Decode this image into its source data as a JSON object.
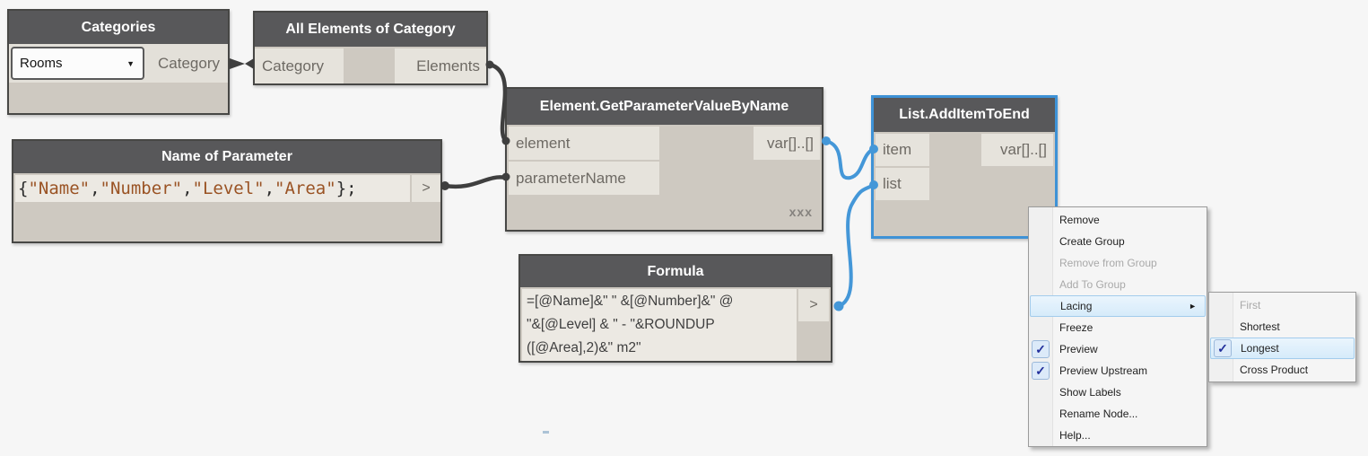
{
  "colors": {
    "canvas_background": "#F6F6F6",
    "node_header": "#58585A",
    "node_body": "#CEC9C1",
    "port_background": "#E6E3DC",
    "selected_border": "#3E92D6",
    "wire_dark": "#3F3F3F",
    "wire_blue": "#4497D8",
    "menu_highlight": "#D6EBFA",
    "code_string": "#9A5324"
  },
  "icons": {
    "dropdown_caret": "▼",
    "check": "✓",
    "submenu_arrow": "►"
  },
  "nodes": {
    "categories": {
      "title": "Categories",
      "dropdown_value": "Rooms",
      "output": "Category"
    },
    "all_elements": {
      "title": "All Elements of Category",
      "input": "Category",
      "output": "Elements"
    },
    "name_of_parameter": {
      "title": "Name of Parameter",
      "code": "{\"Name\",\"Number\",\"Level\",\"Area\"};",
      "output": ">"
    },
    "get_param": {
      "title": "Element.GetParameterValueByName",
      "inputs": [
        "element",
        "parameterName"
      ],
      "output": "var[]..[]",
      "lacing_indicator": "xxx"
    },
    "list_add": {
      "title": "List.AddItemToEnd",
      "inputs": [
        "item",
        "list"
      ],
      "output": "var[]..[]",
      "selected": true
    },
    "formula": {
      "title": "Formula",
      "lines": [
        "=[@Name]&\" \" &[@Number]&\" @",
        "\"&[@Level] & \" - \"&ROUNDUP",
        "([@Area],2)&\" m2\""
      ],
      "output": ">"
    }
  },
  "context_menu": {
    "items": [
      {
        "label": "Remove",
        "enabled": true,
        "checked": false
      },
      {
        "label": "Create Group",
        "enabled": true,
        "checked": false
      },
      {
        "label": "Remove from Group",
        "enabled": false,
        "checked": false
      },
      {
        "label": "Add To Group",
        "enabled": false,
        "checked": false
      },
      {
        "label": "Lacing",
        "enabled": true,
        "checked": false,
        "highlighted": true,
        "has_submenu": true
      },
      {
        "label": "Freeze",
        "enabled": true,
        "checked": false
      },
      {
        "label": "Preview",
        "enabled": true,
        "checked": true
      },
      {
        "label": "Preview Upstream",
        "enabled": true,
        "checked": true
      },
      {
        "label": "Show Labels",
        "enabled": true,
        "checked": false
      },
      {
        "label": "Rename Node...",
        "enabled": true,
        "checked": false
      },
      {
        "label": "Help...",
        "enabled": true,
        "checked": false
      }
    ]
  },
  "lacing_submenu": {
    "items": [
      {
        "label": "First",
        "enabled": false,
        "checked": false
      },
      {
        "label": "Shortest",
        "enabled": true,
        "checked": false
      },
      {
        "label": "Longest",
        "enabled": true,
        "checked": true,
        "highlighted": true
      },
      {
        "label": "Cross Product",
        "enabled": true,
        "checked": false
      }
    ]
  }
}
